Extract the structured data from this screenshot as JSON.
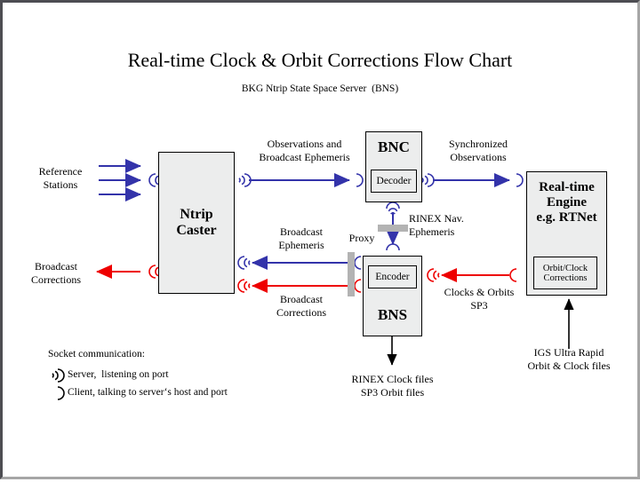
{
  "diagram": {
    "title": "Real-time Clock & Orbit Corrections Flow Chart",
    "subtitle": "BKG Ntrip State Space Server  (BNS)",
    "colors": {
      "blue": "#3333aa",
      "red": "#ee0000",
      "black": "#000000",
      "box_fill": "#eceded",
      "proxy_gray": "#b3b3b3",
      "frame_dark": "#4d4d52",
      "frame_light": "#a6a6a6"
    }
  },
  "boxes": {
    "ntrip_caster": {
      "label_line1": "Ntrip",
      "label_line2": "Caster"
    },
    "bnc": {
      "label": "BNC",
      "sub_label": "Decoder"
    },
    "bns": {
      "label": "BNS",
      "sub_label": "Encoder"
    },
    "rt_engine": {
      "label_line1": "Real-time",
      "label_line2": "Engine",
      "label_line3": "e.g. RTNet",
      "sub_label_line1": "Orbit/Clock",
      "sub_label_line2": "Corrections"
    }
  },
  "labels": {
    "reference_stations": "Reference\nStations",
    "broadcast_corrections_left": "Broadcast\nCorrections",
    "observations_broadcast_ephemeris": "Observations and\nBroadcast Ephemeris",
    "synchronized_observations": "Synchronized\nObservations",
    "rinex_nav_ephemeris": "RINEX Nav.\nEphemeris",
    "proxy": "Proxy",
    "broadcast_ephemeris": "Broadcast\nEphemeris",
    "broadcast_corrections_mid": "Broadcast\nCorrections",
    "clocks_orbits_sp3": "Clocks & Orbits\nSP3",
    "rinex_clock_sp3_files": "RINEX Clock files\nSP3 Orbit files",
    "igs_ultra_rapid": "IGS Ultra Rapid\nOrbit & Clock files"
  },
  "legend": {
    "title": "Socket communication:",
    "server_label": "Server,  listening on port",
    "client_label": "Client, talking to server‘s host and port",
    "server_icon": "socket-server-icon",
    "client_icon": "socket-client-icon"
  }
}
